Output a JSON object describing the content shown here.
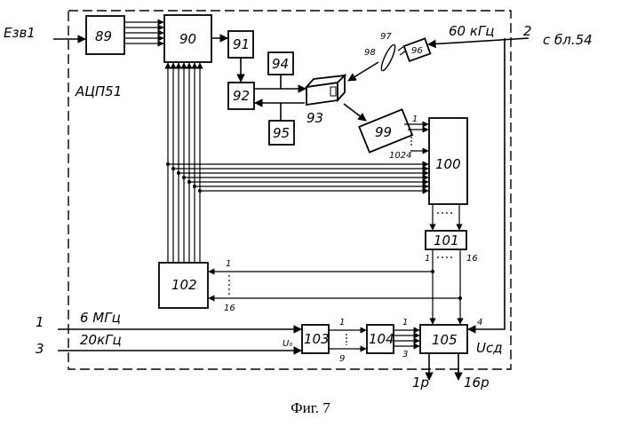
{
  "figure": {
    "caption": "Фиг. 7",
    "frame_label": "АЦП51"
  },
  "inputs": {
    "e_in": "Eзв1",
    "in1_num": "1",
    "in1_label": "6 МГц",
    "in3_num": "3",
    "in3_label": "20кГц",
    "in2_num": "2",
    "in2_label": "60 кГц",
    "in2_source": "с бл.54",
    "u0": "U₀",
    "ucd": "Uсд",
    "in4_num": "4"
  },
  "blocks": {
    "b89": "89",
    "b90": "90",
    "b91": "91",
    "b92": "92",
    "b93": "93",
    "b94": "94",
    "b95": "95",
    "b96": "96",
    "b97": "97",
    "b98": "98",
    "b99": "99",
    "b100": "100",
    "b101": "101",
    "b102": "102",
    "b103": "103",
    "b104": "104",
    "b105": "105"
  },
  "bus_labels": {
    "b99_top": "1",
    "b99_bottom": "1024",
    "b101_left": "1",
    "b101_right": "16",
    "b102_top": "1",
    "b102_bottom": "16",
    "b103_top": "1",
    "b103_bottom": "9",
    "b104_top": "1",
    "b104_bottom": "3"
  },
  "outputs": {
    "out1": "1р",
    "out16": "16р"
  }
}
